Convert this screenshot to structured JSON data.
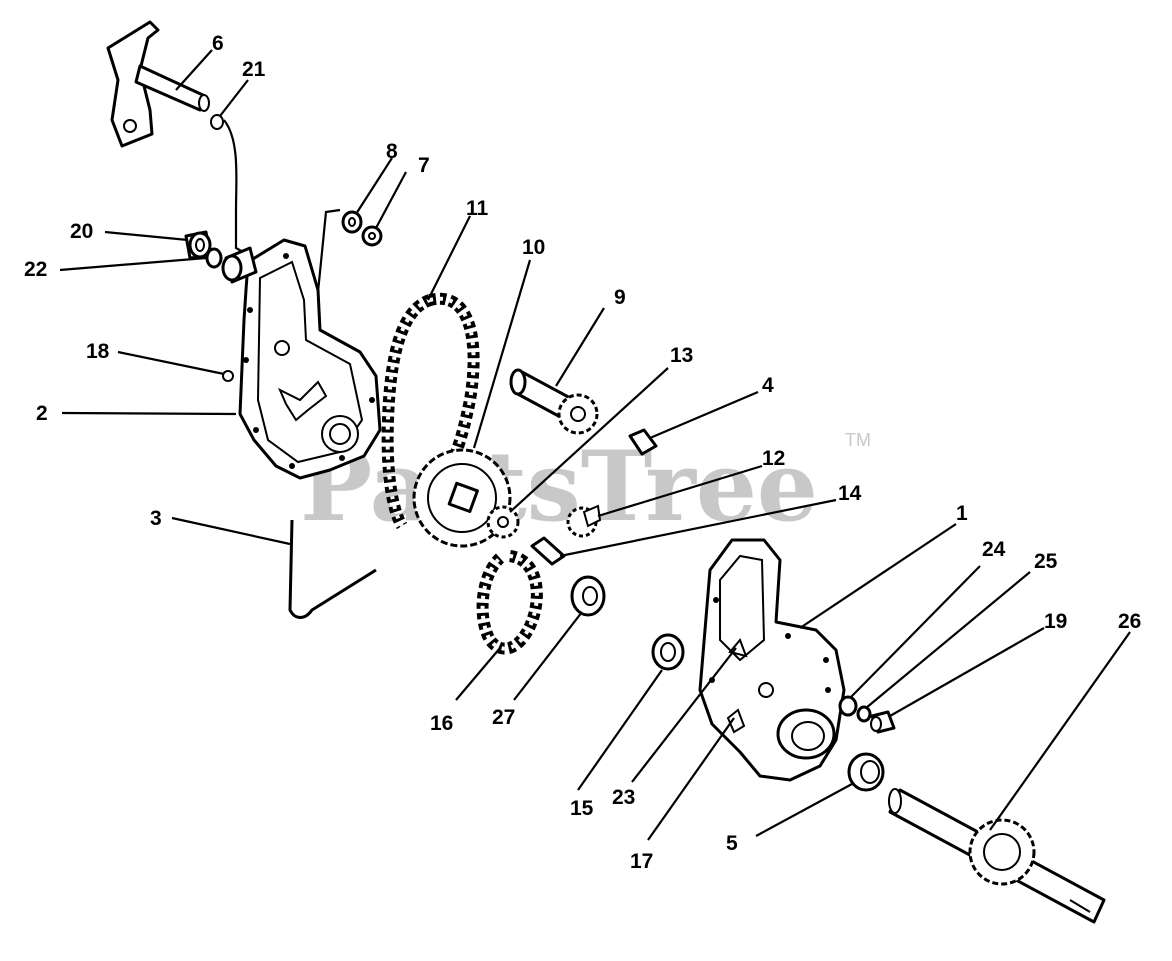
{
  "watermark": {
    "text": "PartsTree",
    "trademark": "TM"
  },
  "callouts": [
    {
      "id": "c1",
      "label": "1"
    },
    {
      "id": "c2",
      "label": "2"
    },
    {
      "id": "c3",
      "label": "3"
    },
    {
      "id": "c4",
      "label": "4"
    },
    {
      "id": "c5",
      "label": "5"
    },
    {
      "id": "c6",
      "label": "6"
    },
    {
      "id": "c7",
      "label": "7"
    },
    {
      "id": "c8",
      "label": "8"
    },
    {
      "id": "c9",
      "label": "9"
    },
    {
      "id": "c10",
      "label": "10"
    },
    {
      "id": "c11",
      "label": "11"
    },
    {
      "id": "c12",
      "label": "12"
    },
    {
      "id": "c13",
      "label": "13"
    },
    {
      "id": "c14",
      "label": "14"
    },
    {
      "id": "c15",
      "label": "15"
    },
    {
      "id": "c16",
      "label": "16"
    },
    {
      "id": "c17",
      "label": "17"
    },
    {
      "id": "c18",
      "label": "18"
    },
    {
      "id": "c19",
      "label": "19"
    },
    {
      "id": "c20",
      "label": "20"
    },
    {
      "id": "c21",
      "label": "21"
    },
    {
      "id": "c22",
      "label": "22"
    },
    {
      "id": "c23",
      "label": "23"
    },
    {
      "id": "c24",
      "label": "24"
    },
    {
      "id": "c25",
      "label": "25"
    },
    {
      "id": "c26",
      "label": "26"
    },
    {
      "id": "c27",
      "label": "27"
    }
  ]
}
